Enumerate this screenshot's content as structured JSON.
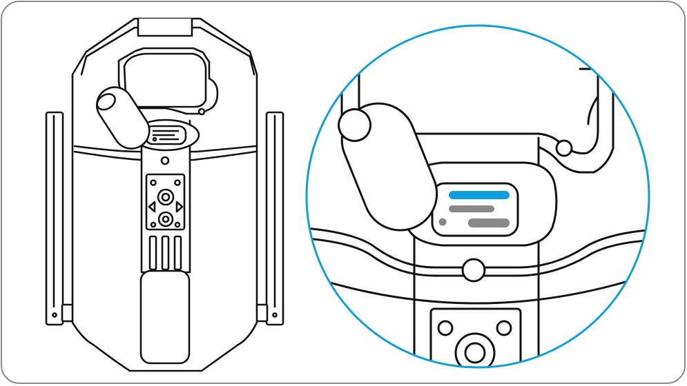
{
  "figure": {
    "colors": {
      "frame": "#8a8a8a",
      "line": "#111111",
      "accent": "#0f9fd8",
      "indicator": "#898989",
      "background": "#ffffff"
    },
    "panels": [
      {
        "name": "device-overview",
        "content": "full-device-outline"
      },
      {
        "name": "detail-zoom",
        "content": "status-indicator-closeup"
      }
    ],
    "status_panel": {
      "bars": [
        {
          "role": "primary",
          "color": "#0f9fd8"
        },
        {
          "role": "secondary",
          "color": "#898989"
        },
        {
          "role": "tertiary",
          "color": "#898989"
        }
      ],
      "dot_color": "#898989"
    }
  }
}
